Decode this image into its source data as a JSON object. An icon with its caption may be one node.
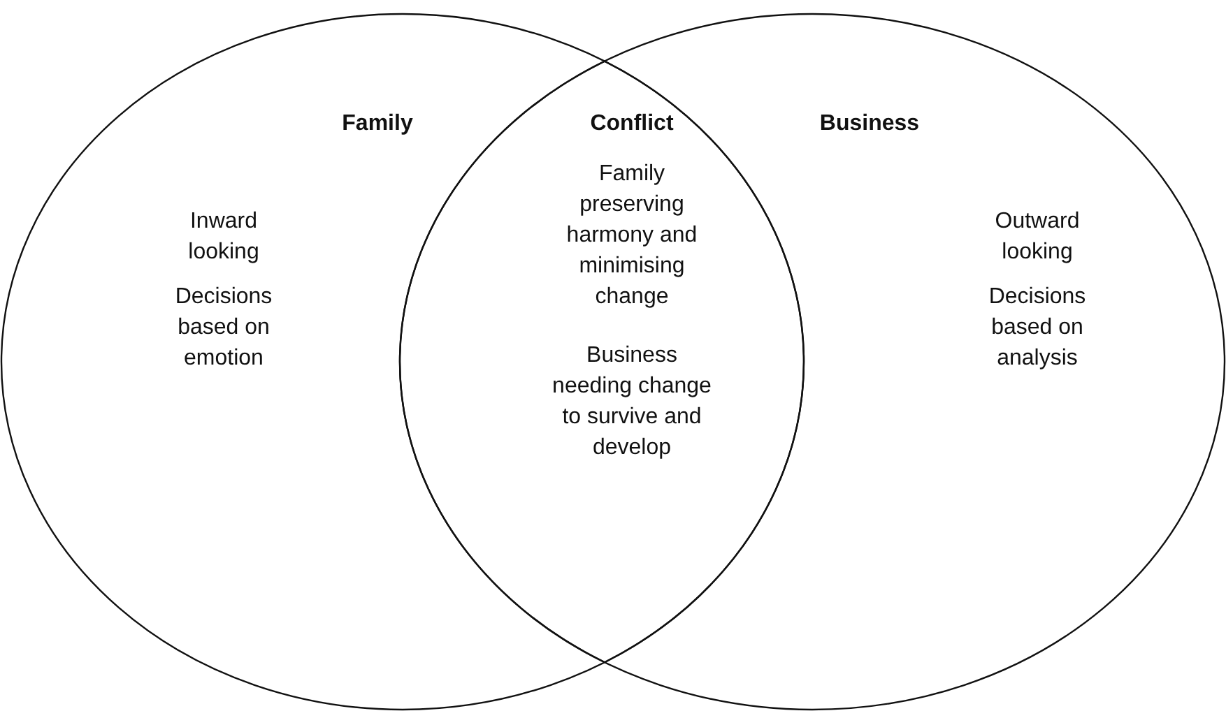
{
  "diagram": {
    "nodes": [
      {
        "text": [
          "Family",
          "Inward looking",
          "Decisions based on emotion"
        ]
      },
      {
        "text": [
          "Business",
          "Outward looking",
          "Decisions based on analysis"
        ]
      },
      {
        "text": [
          "Conflict",
          "Family preserving harmony and minimising change",
          "Business needing change to survive and develop"
        ]
      }
    ],
    "edges": []
  }
}
